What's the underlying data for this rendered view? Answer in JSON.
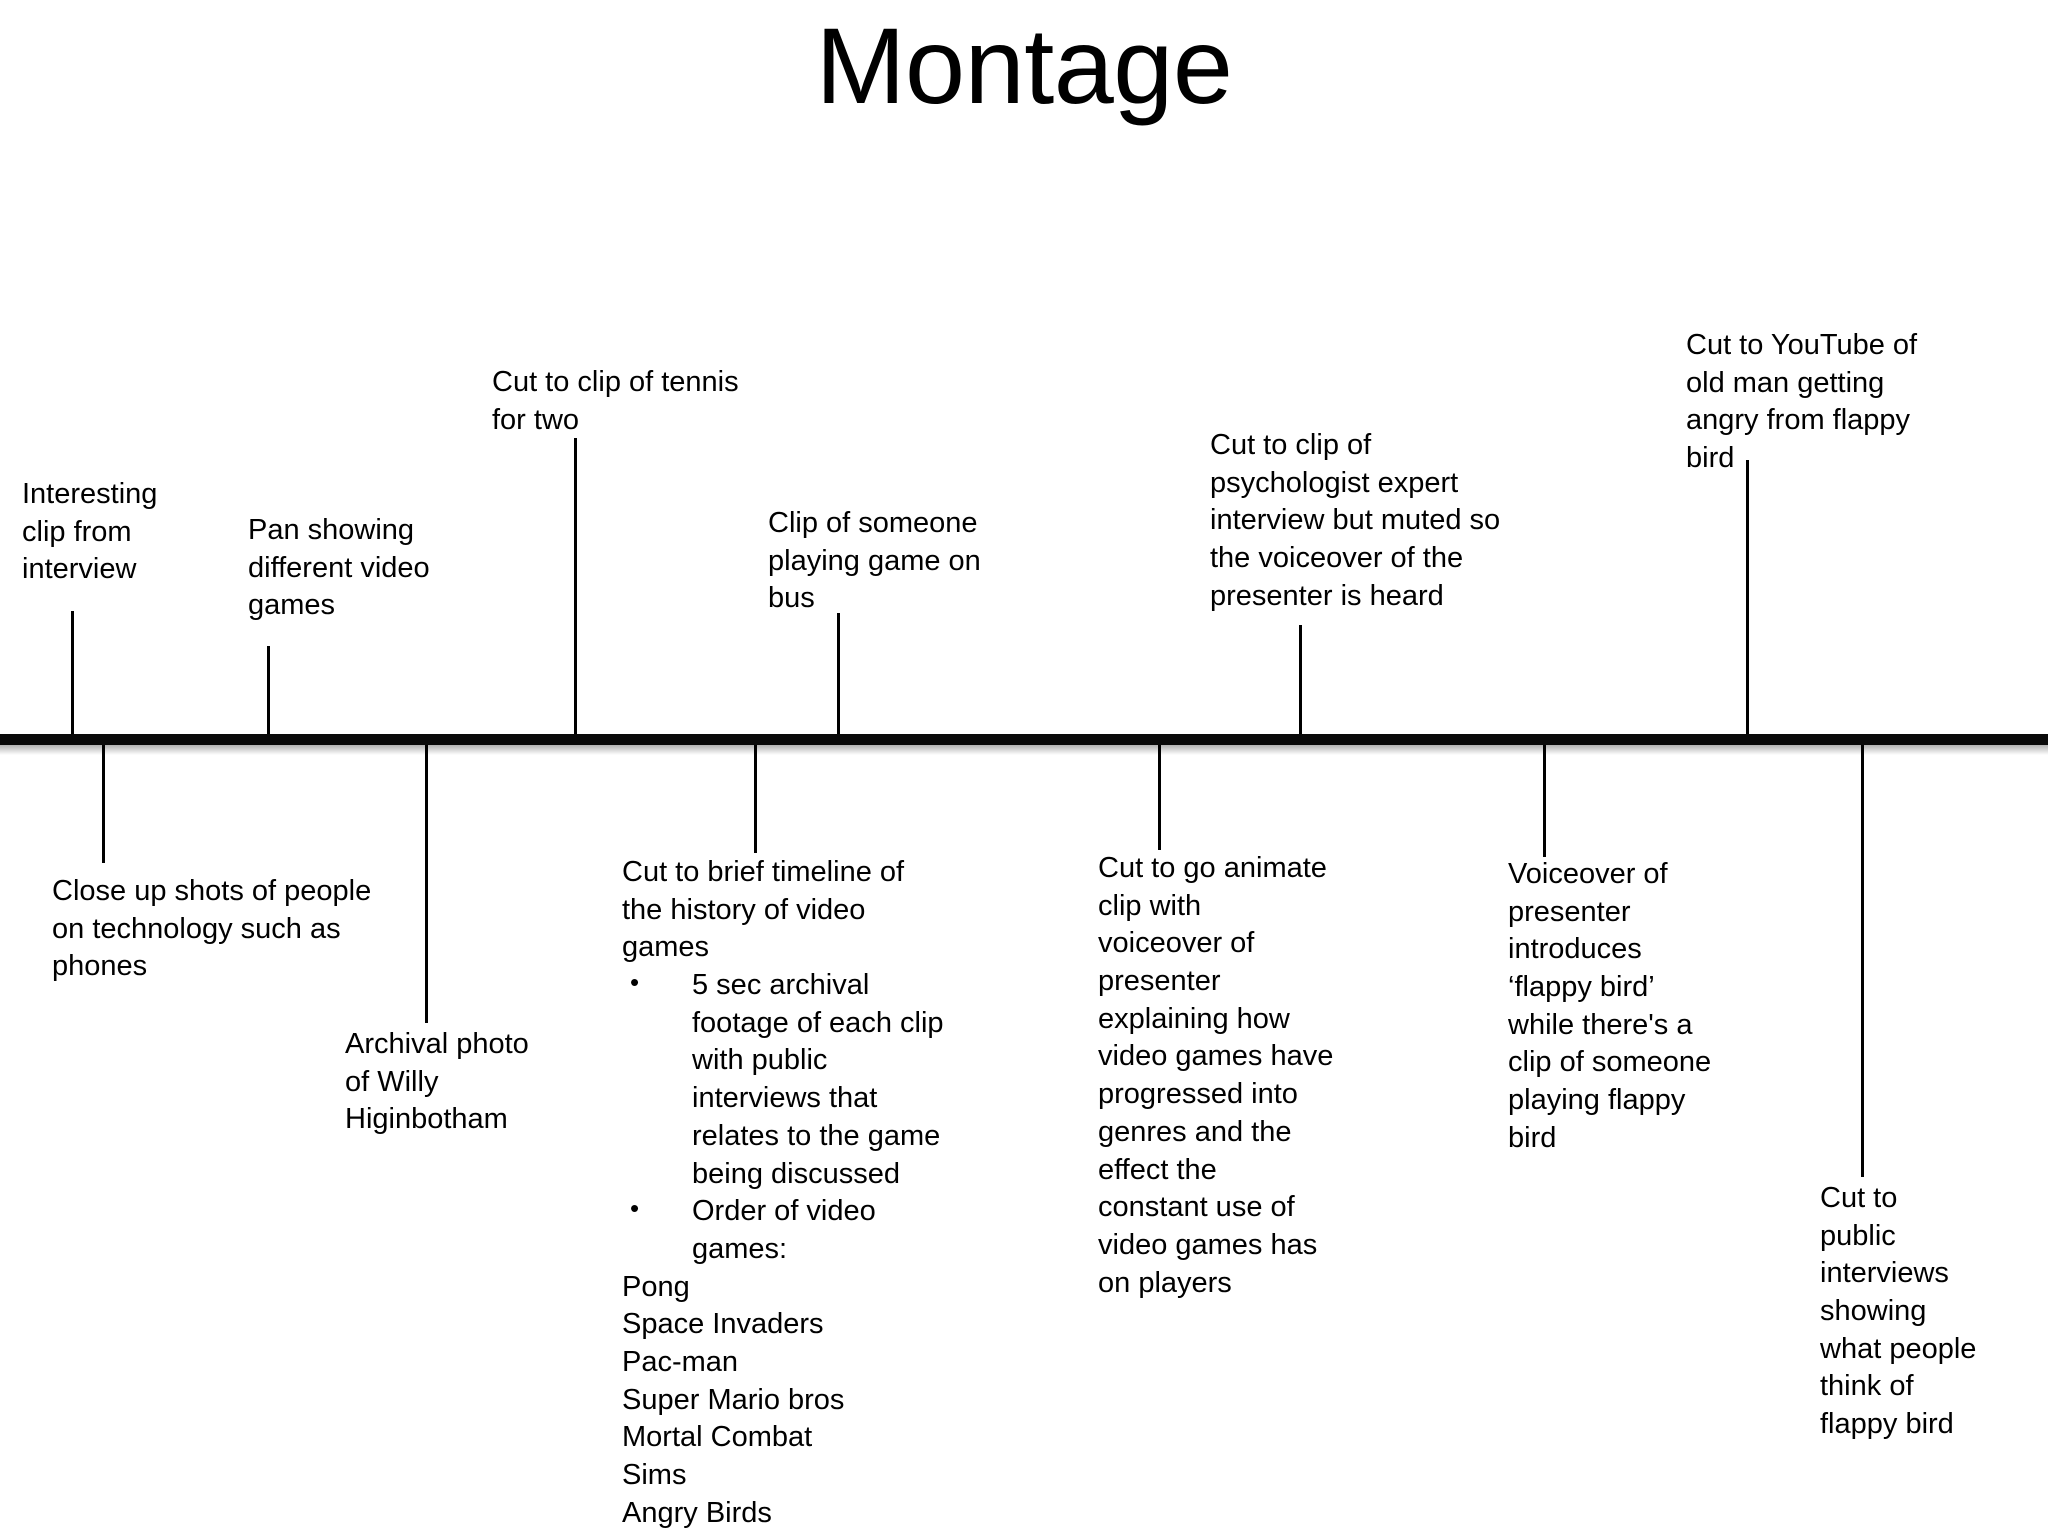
{
  "title": "Montage",
  "timeline": {
    "axis_color": "#0a0a0a"
  },
  "notes_above": [
    {
      "id": "interesting-clip",
      "text": "Interesting\nclip from\ninterview"
    },
    {
      "id": "pan-video-games",
      "text": "Pan showing\ndifferent video\ngames"
    },
    {
      "id": "tennis-for-two",
      "text": "Cut to clip of tennis\nfor two"
    },
    {
      "id": "playing-game-on-bus",
      "text": "Clip of someone\nplaying game on\nbus"
    },
    {
      "id": "psychologist-expert",
      "text": "Cut to clip of\npsychologist expert\ninterview but muted so\nthe voiceover of the\npresenter is heard"
    },
    {
      "id": "youtube-old-man",
      "text": "Cut to YouTube of\nold man getting\nangry from flappy\nbird"
    }
  ],
  "notes_below": [
    {
      "id": "close-up-technology",
      "text": "Close up shots of people\non technology such as\nphones"
    },
    {
      "id": "archival-willy-higinbotham",
      "text": "Archival photo\nof Willy\nHiginbotham"
    },
    {
      "id": "animate-clip-genres",
      "text": "Cut to go animate\nclip with\nvoiceover of\npresenter\nexplaining how\nvideo games have\nprogressed into\ngenres and the\neffect the\nconstant use of\nvideo games has\non players"
    },
    {
      "id": "voiceover-flappy-bird",
      "text": "Voiceover of\npresenter\nintroduces\n‘flappy bird’\nwhile there's a\nclip of someone\nplaying flappy\nbird"
    },
    {
      "id": "public-interviews-flappy",
      "text": "Cut to\npublic\ninterviews\nshowing\nwhat people\nthink of\nflappy bird"
    }
  ],
  "history_block": {
    "lead": "Cut to brief timeline of\nthe history of video\ngames",
    "bullet_glyph": "•",
    "bullets": [
      "5 sec archival footage of each clip with public interviews that relates to the game being discussed",
      "Order of video games:"
    ],
    "games": [
      "Pong",
      "Space Invaders",
      "Pac-man",
      "Super Mario bros",
      "Mortal Combat",
      "Sims",
      "Angry Birds"
    ]
  }
}
